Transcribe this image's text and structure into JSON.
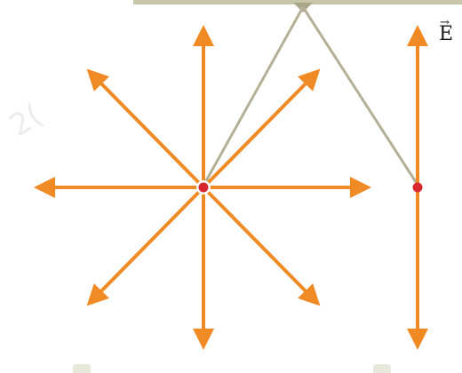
{
  "field_label": "E",
  "colors": {
    "field_line": "#f08a24",
    "charge": "#d7282f",
    "string": "#b3b097",
    "support": "#c8c6a8"
  },
  "icons": {
    "charge_point": "red-dot",
    "field_arrow": "orange-arrow",
    "label_vector_arrow": "right-arrow-over-letter"
  }
}
